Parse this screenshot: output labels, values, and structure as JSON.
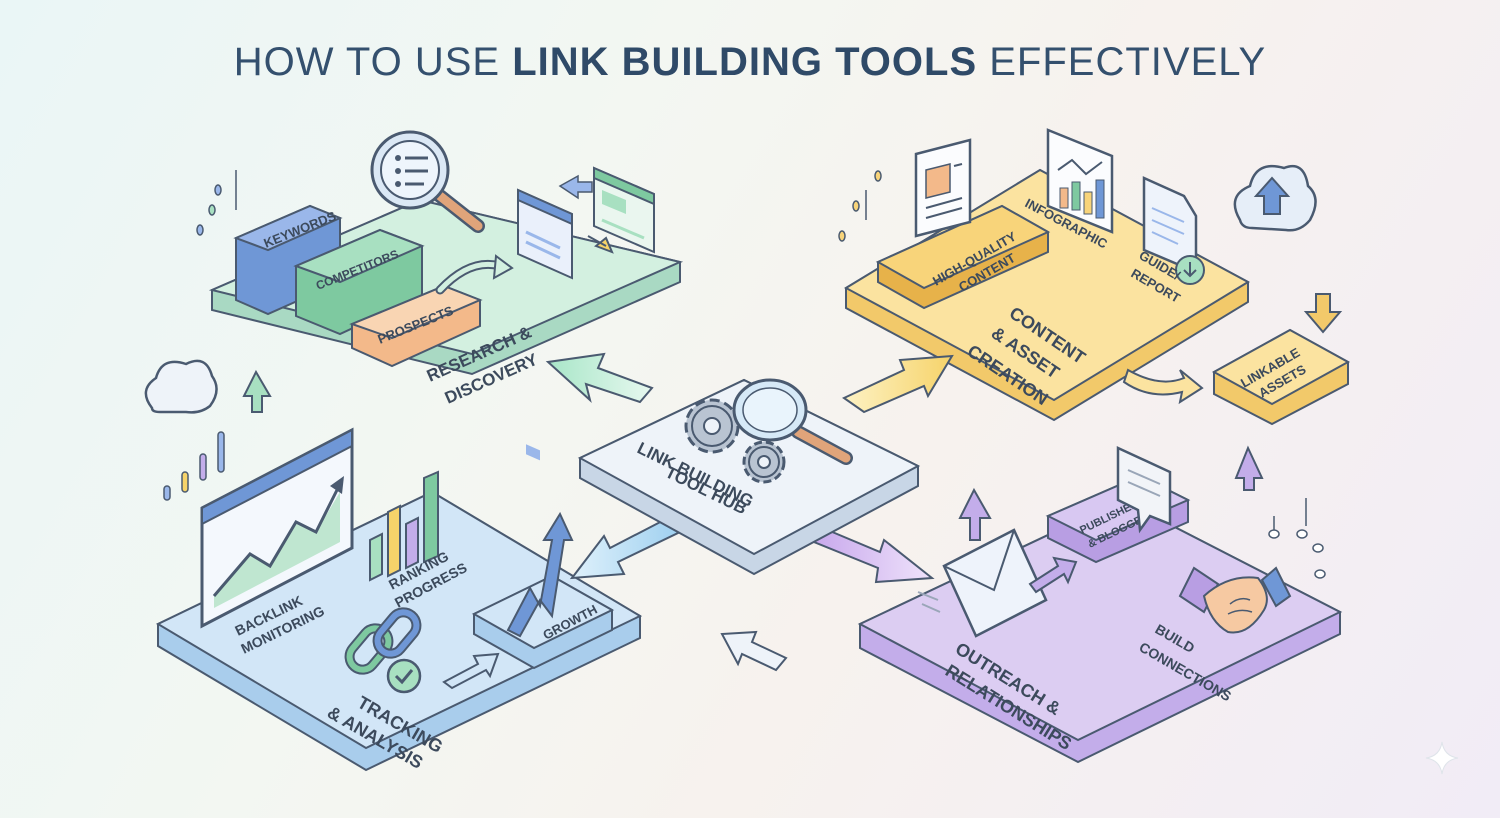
{
  "title": {
    "prefix": "HOW TO USE ",
    "bold": "LINK BUILDING TOOLS",
    "suffix": " EFFECTIVELY"
  },
  "hub": {
    "line1": "LINK BUILDING",
    "line2": "TOOL HUB"
  },
  "research": {
    "line1": "RESEARCH &",
    "line2": "DISCOVERY",
    "keywords": "KEYWORDS",
    "competitors": "COMPETITORS",
    "prospects": "PROSPECTS"
  },
  "content": {
    "line1": "CONTENT",
    "line2": "& ASSET",
    "line3": "CREATION",
    "hq1": "HIGH-QUALITY",
    "hq2": "CONTENT",
    "infographic": "INFOGRAPHIC",
    "guide1": "GUIDE/",
    "guide2": "REPORT",
    "linkable1": "LINKABLE",
    "linkable2": "ASSETS"
  },
  "outreach": {
    "line1": "OUTREACH &",
    "line2": "RELATIONSHIPS",
    "pub1": "PUBLISHERS",
    "pub2": "& BLOGGERS",
    "build1": "BUILD",
    "build2": "CONNECTIONS"
  },
  "tracking": {
    "line1": "TRACKING",
    "line2": "& ANALYSIS",
    "backlink1": "BACKLINK",
    "backlink2": "MONITORING",
    "ranking1": "RANKING",
    "ranking2": "PROGRESS",
    "growth": "GROWTH"
  },
  "colors": {
    "research": "#cfeedd",
    "content": "#fbe3a0",
    "outreach": "#dccdf2",
    "tracking": "#cfe3f5",
    "hub": "#eef3f9",
    "stroke": "#4a5a70"
  }
}
